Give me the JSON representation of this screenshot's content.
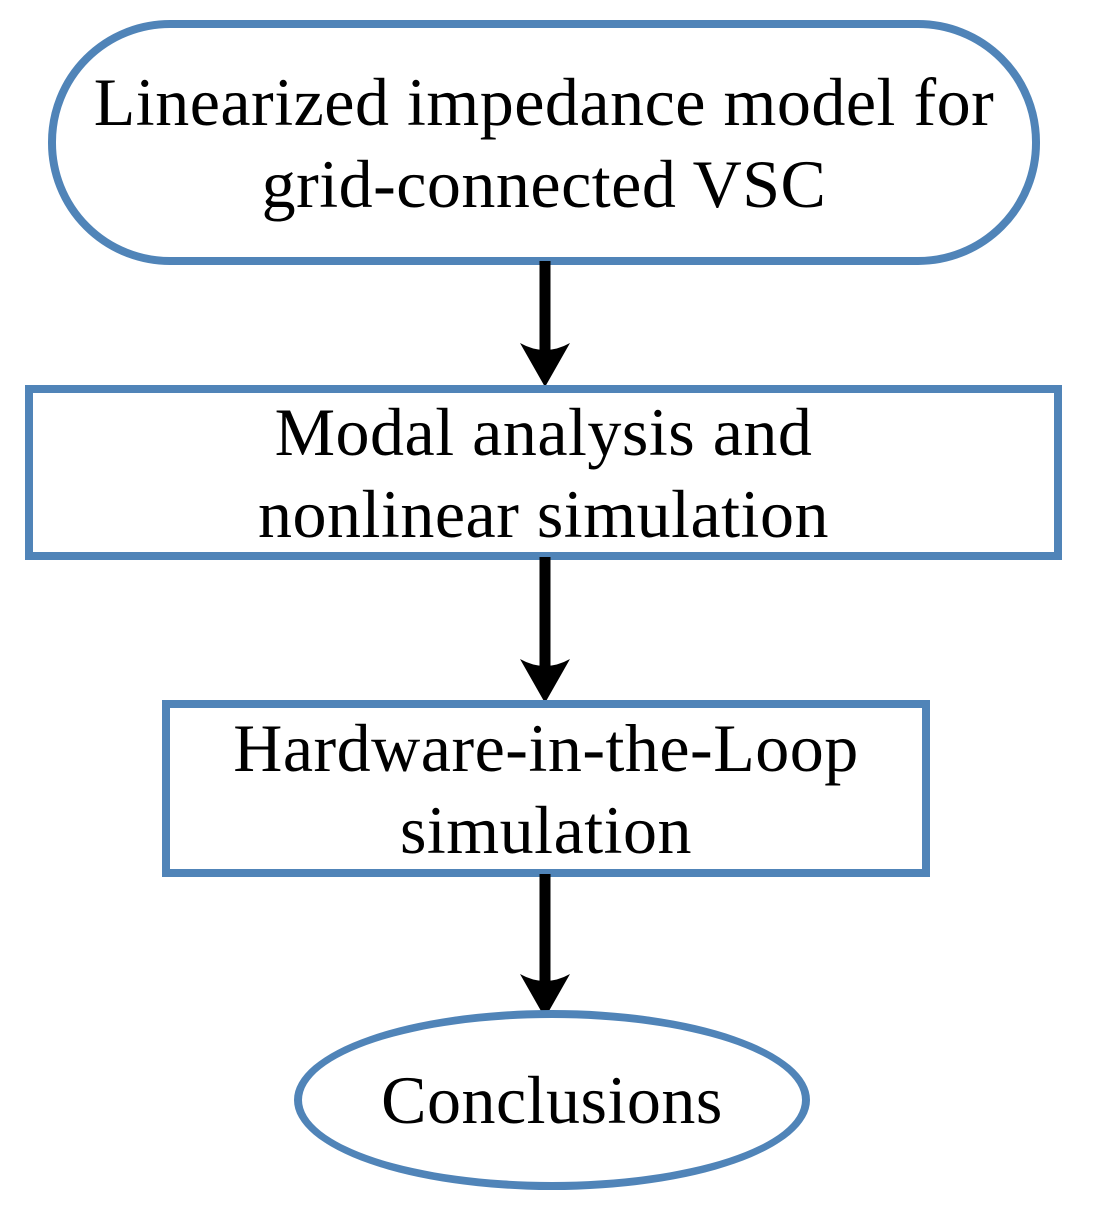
{
  "colors": {
    "accent": "#5084B8",
    "node_fill": "#FFFFFF",
    "text": "#000000",
    "arrow": "#000000",
    "background": "#FFFFFF"
  },
  "flowchart": {
    "direction": "top-down",
    "nodes": [
      {
        "shape": "stadium",
        "label": "Linearized impedance model for grid-connected VSC",
        "lines": [
          "Linearized impedance model for",
          "grid-connected VSC"
        ]
      },
      {
        "shape": "rectangle",
        "label": "Modal analysis and nonlinear simulation",
        "lines": [
          "Modal analysis and",
          "nonlinear simulation"
        ]
      },
      {
        "shape": "rectangle",
        "label": "Hardware-in-the-Loop simulation",
        "lines": [
          "Hardware-in-the-Loop",
          "simulation"
        ]
      },
      {
        "shape": "ellipse",
        "label": "Conclusions",
        "lines": [
          "Conclusions"
        ]
      }
    ],
    "edges": [
      {
        "from": 0,
        "to": 1,
        "style": "thick-black-arrow-down"
      },
      {
        "from": 1,
        "to": 2,
        "style": "thick-black-arrow-down"
      },
      {
        "from": 2,
        "to": 3,
        "style": "thick-black-arrow-down"
      }
    ]
  }
}
